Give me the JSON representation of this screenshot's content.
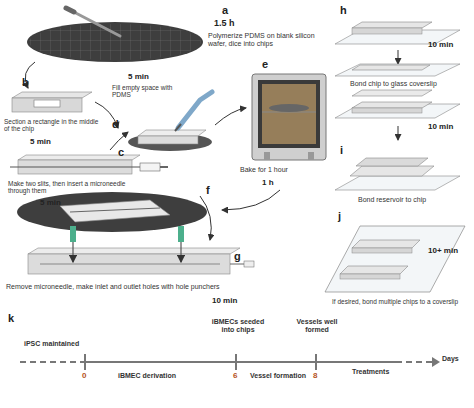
{
  "diagram": {
    "labels": [
      "a",
      "1.5 h",
      "Polymerize PDMS on blank silicon wafer, dice into chips",
      "b",
      "Section a rectangle in the middle of the chip",
      "5 min",
      "c",
      "Make two slits, then insert a microneedle through them",
      "5 min",
      "5 min",
      "Fill empty space with PDMS",
      "d",
      "e",
      "Bake for 1 hour",
      "1 h",
      "f",
      "Remove microneedle, make inlet and outlet holes with hole punchers",
      "g",
      "10 min",
      "h",
      "10 min",
      "Bond chip to glass coverslip",
      "10 min",
      "i",
      "Bond reservoir to chip",
      "j",
      "10+ min",
      "If desired, bond multiple chips to a coverslip",
      "k",
      "iPSC maintained",
      "0",
      "iBMEC derivation",
      "6",
      "iBMECs seeded into chips",
      "8",
      "Vessels well formed",
      "Vessel formation",
      "Treatments",
      "Days"
    ]
  }
}
